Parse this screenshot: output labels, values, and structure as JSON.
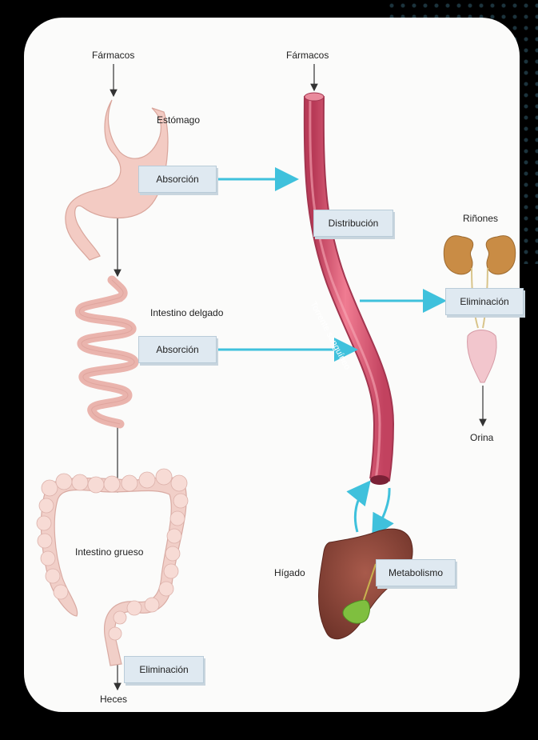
{
  "labels": {
    "drugs_left": "Fármacos",
    "drugs_center": "Fármacos",
    "stomach": "Estómago",
    "small_intestine": "Intestino delgado",
    "large_intestine": "Intestino grueso",
    "feces": "Heces",
    "bloodstream": "Torrente sanguíneo",
    "kidneys": "Riñones",
    "urine": "Orina",
    "liver": "Hígado"
  },
  "boxes": {
    "absorption_stomach": "Absorción",
    "absorption_intestine": "Absorción",
    "distribution": "Distribución",
    "elimination_kidney": "Eliminación",
    "metabolism": "Metabolismo",
    "elimination_feces": "Eliminación"
  },
  "colors": {
    "arrow_cyan": "#3fc1dc",
    "blood_vessel": "#d9546f",
    "box_fill": "#dfe9f1",
    "organ_pink": "#f1c4bd",
    "liver": "#8e4a3e",
    "gallbladder": "#7fbf3f",
    "kidney": "#c98c45"
  }
}
